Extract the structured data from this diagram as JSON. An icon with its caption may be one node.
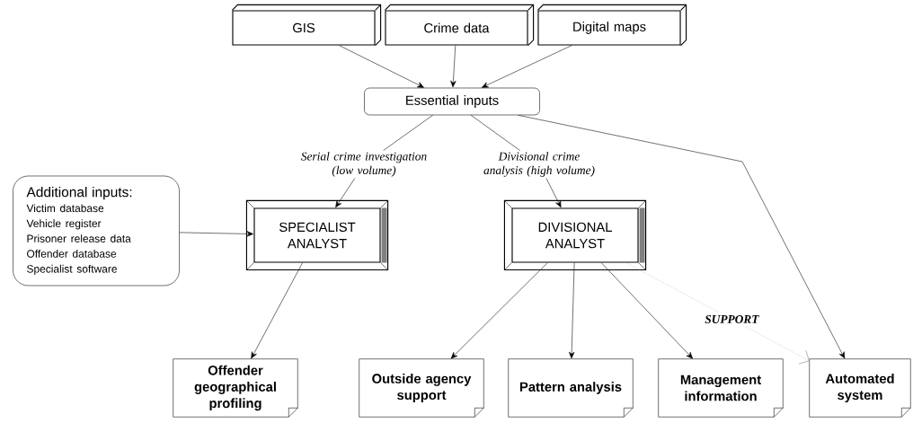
{
  "diagram": {
    "nodes": [
      {
        "text": [
          "GIS"
        ]
      },
      {
        "text": [
          "Crime data"
        ]
      },
      {
        "text": [
          "Digital maps"
        ]
      },
      {
        "text": [
          "Essential inputs"
        ]
      },
      {
        "text": [
          "Serial crime investigation (low volume)"
        ]
      },
      {
        "text": [
          "Divisional crime analysis (high volume)"
        ]
      },
      {
        "text": [
          "Additional inputs:",
          "Victim database",
          "Vehicle register",
          "Prisoner release data",
          "Offender database",
          "Specialist software"
        ]
      },
      {
        "text": [
          "SPECIALIST ANALYST"
        ]
      },
      {
        "text": [
          "DIVISIONAL ANALYST"
        ]
      },
      {
        "text": [
          "Offender geographical profiling"
        ]
      },
      {
        "text": [
          "Outside agency support"
        ]
      },
      {
        "text": [
          "Pattern analysis"
        ]
      },
      {
        "text": [
          "Management information"
        ]
      },
      {
        "text": [
          "Automated system"
        ]
      }
    ],
    "edges": [
      {
        "from": 0,
        "to": 3,
        "arrow": "to"
      },
      {
        "from": 1,
        "to": 3,
        "arrow": "to"
      },
      {
        "from": 2,
        "to": 3,
        "arrow": "to"
      },
      {
        "from": 3,
        "to": 4,
        "arrow": "none"
      },
      {
        "from": 3,
        "to": 5,
        "arrow": "none"
      },
      {
        "from": 4,
        "to": 7,
        "arrow": "to"
      },
      {
        "from": 5,
        "to": 8,
        "arrow": "to"
      },
      {
        "from": 3,
        "to": 13,
        "arrow": "to"
      },
      {
        "from": 6,
        "to": 7,
        "arrow": "to"
      },
      {
        "from": 7,
        "to": 9,
        "arrow": "to"
      },
      {
        "from": 8,
        "to": 10,
        "arrow": "to"
      },
      {
        "from": 8,
        "to": 11,
        "arrow": "to"
      },
      {
        "from": 8,
        "to": 12,
        "arrow": "to"
      },
      {
        "from": 8,
        "to": 13,
        "arrow": "to",
        "label": "SUPPORT",
        "style": "dashed",
        "color": "#888888"
      }
    ]
  }
}
